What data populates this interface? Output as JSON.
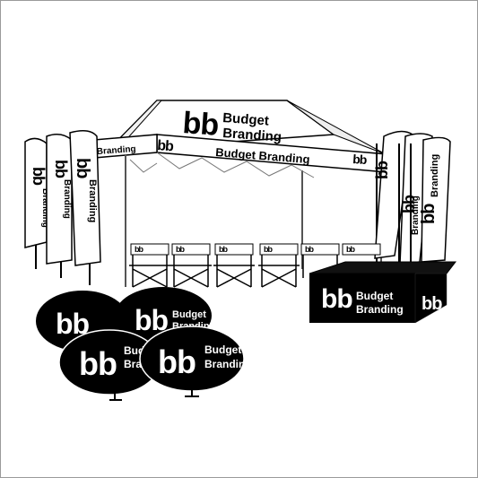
{
  "brand": {
    "logo_mark": "bb",
    "name_line1": "Budget",
    "name_line2": "Branding",
    "name_full": "Budget Branding",
    "tent_side_text": "Branding"
  },
  "colors": {
    "primary": "#000000",
    "background": "#ffffff",
    "frame_gray": "#9a9a9a"
  }
}
